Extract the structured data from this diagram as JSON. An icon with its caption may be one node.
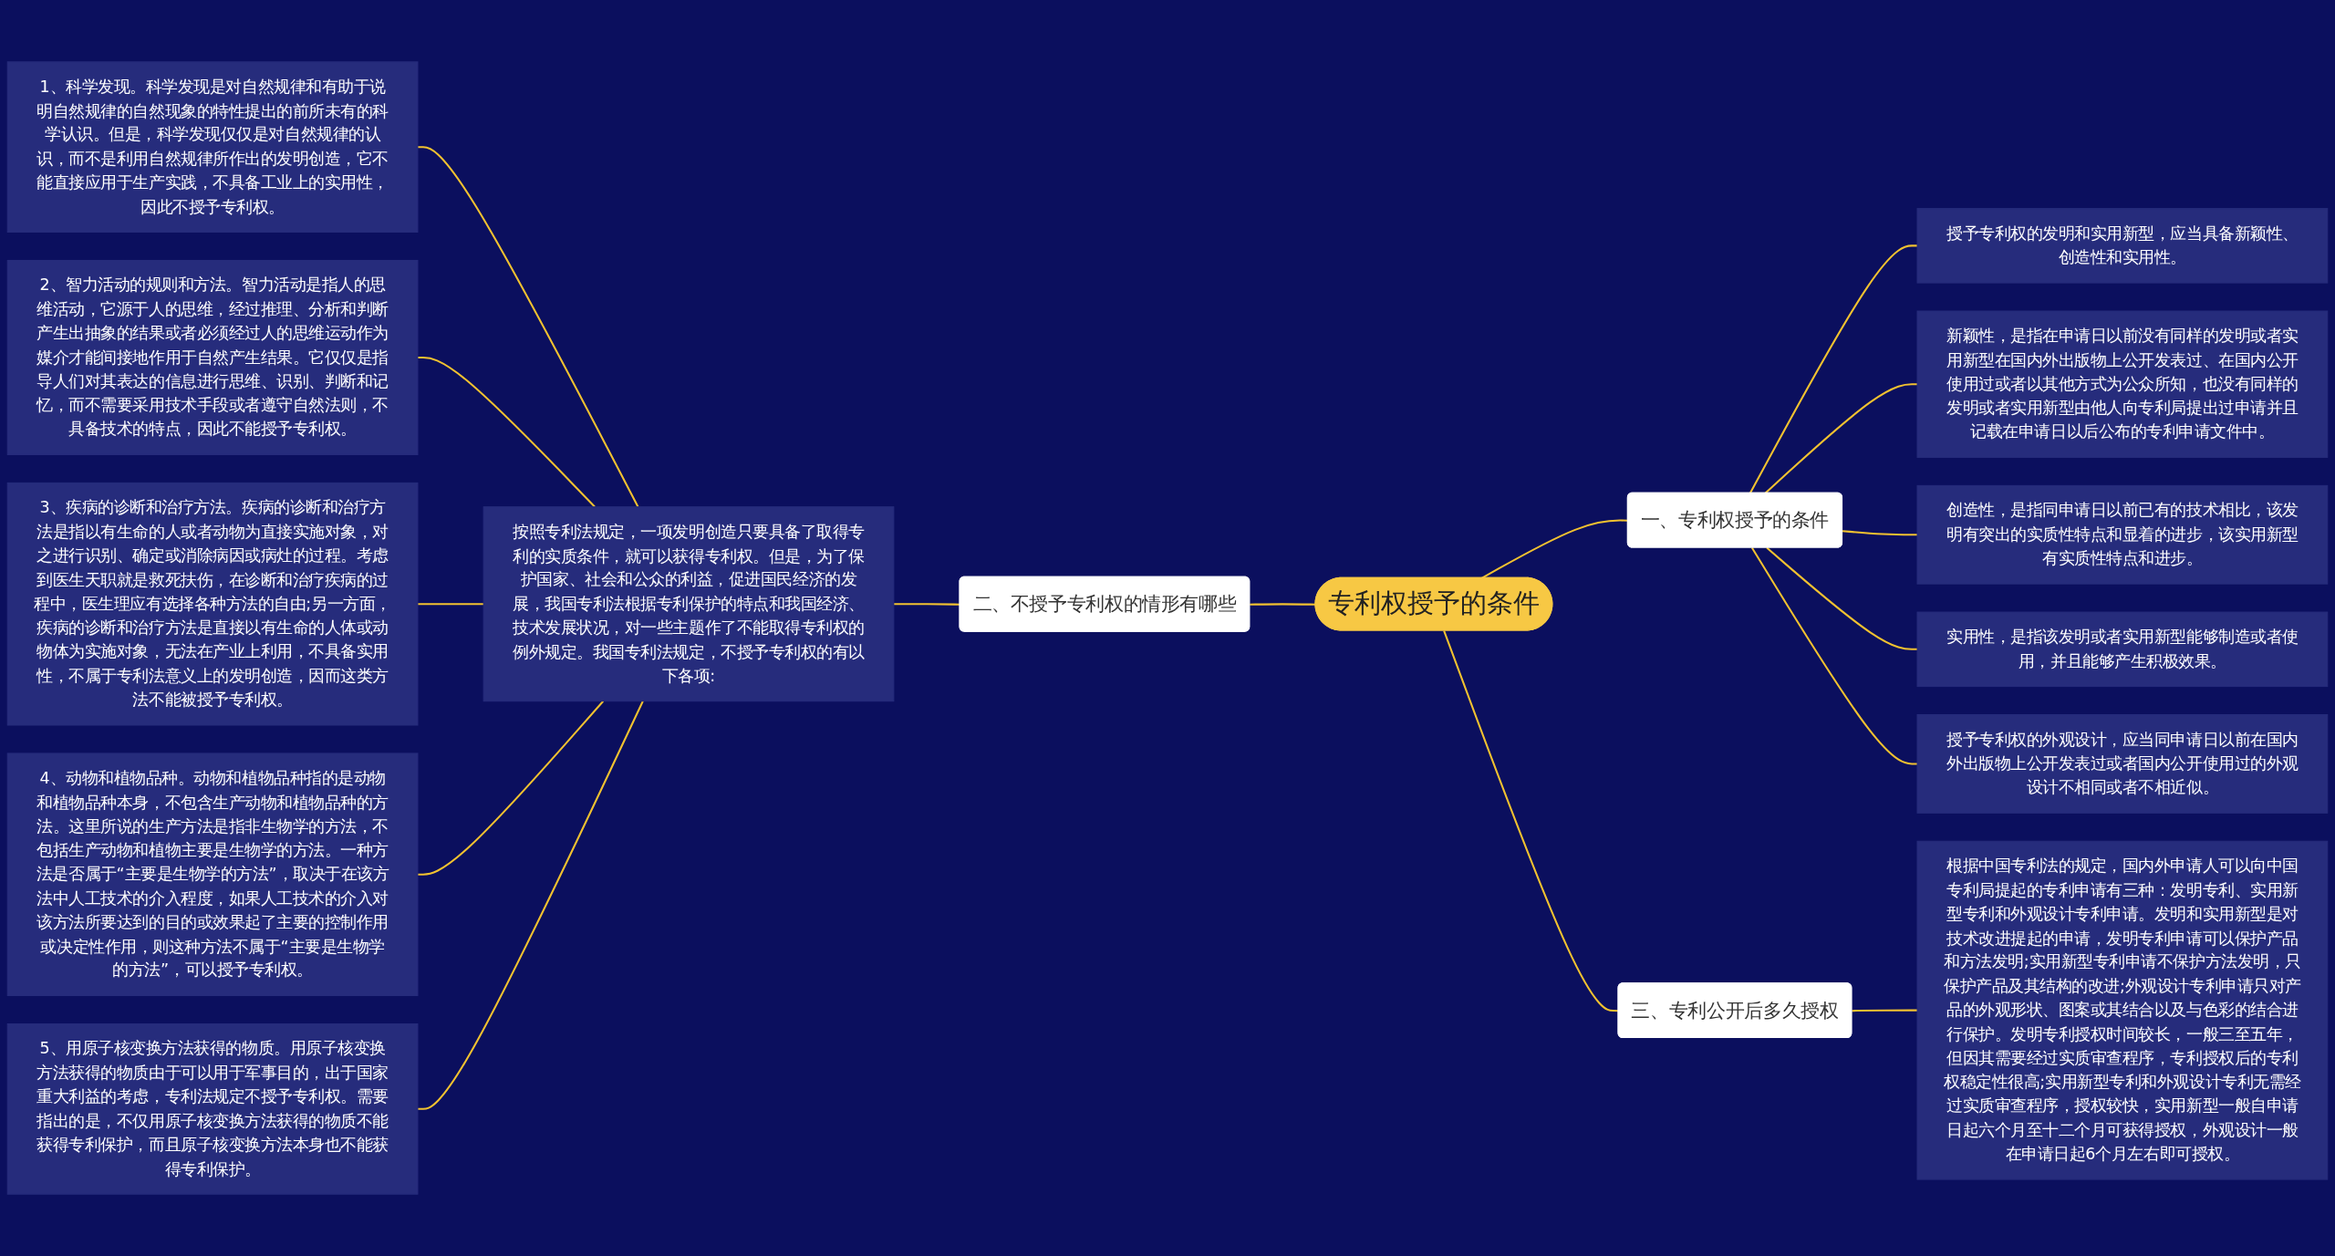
{
  "diagram": {
    "nodes": [
      {
        "text": [
          "专利权授予的条件"
        ]
      },
      {
        "text": [
          "一、专利权授予的条件"
        ]
      },
      {
        "text": [
          "授予专利权的发明和实用新型，应当具备新颖性、创造性和实用性。"
        ]
      },
      {
        "text": [
          "新颖性，是指在申请日以前没有同样的发明或者实用新型在国内外出版物上公开发表过、在国内公开使用过或者以其他方式为公众所知，也没有同样的发明或者实用新型由他人向专利局提出过申请并且记载在申请日以后公布的专利申请文件中。"
        ]
      },
      {
        "text": [
          "创造性，是指同申请日以前已有的技术相比，该发明有突出的实质性特点和显着的进步，该实用新型有实质性特点和进步。"
        ]
      },
      {
        "text": [
          "实用性，是指该发明或者实用新型能够制造或者使用，并且能够产生积极效果。"
        ]
      },
      {
        "text": [
          "授予专利权的外观设计，应当同申请日以前在国内外出版物上公开发表过或者国内公开使用过的外观设计不相同或者不相近似。"
        ]
      },
      {
        "text": [
          "二、不授予专利权的情形有哪些"
        ]
      },
      {
        "text": [
          "按照专利法规定，一项发明创造只要具备了取得专利的实质条件，就可以获得专利权。但是，为了保护国家、社会和公众的利益，促进国民经济的发展，我国专利法根据专利保护的特点和我国经济、技术发展状况，对一些主题作了不能取得专利权的例外规定。我国专利法规定，不授予专利权的有以下各项:"
        ]
      },
      {
        "text": [
          "1、科学发现。科学发现是对自然规律和有助于说明自然规律的自然现象的特性提出的前所未有的科学认识。但是，科学发现仅仅是对自然规律的认识，而不是利用自然规律所作出的发明创造，它不能直接应用于生产实践，不具备工业上的实用性，因此不授予专利权。"
        ]
      },
      {
        "text": [
          "2、智力活动的规则和方法。智力活动是指人的思维活动，它源于人的思维，经过推理、分析和判断产生出抽象的结果或者必须经过人的思维运动作为媒介才能间接地作用于自然产生结果。它仅仅是指导人们对其表达的信息进行思维、识别、判断和记忆，而不需要采用技术手段或者遵守自然法则，不具备技术的特点，因此不能授予专利权。"
        ]
      },
      {
        "text": [
          "3、疾病的诊断和治疗方法。疾病的诊断和治疗方法是指以有生命的人或者动物为直接实施对象，对之进行识别、确定或消除病因或病灶的过程。考虑到医生天职就是救死扶伤，在诊断和治疗疾病的过程中，医生理应有选择各种方法的自由;另一方面，疾病的诊断和治疗方法是直接以有生命的人体或动物体为实施对象，无法在产业上利用，不具备实用性，不属于专利法意义上的发明创造，因而这类方法不能被授予专利权。"
        ]
      },
      {
        "text": [
          "4、动物和植物品种。动物和植物品种指的是动物和植物品种本身，不包含生产动物和植物品种的方法。这里所说的生产方法是指非生物学的方法，不包括生产动物和植物主要是生物学的方法。一种方法是否属于“主要是生物学的方法”，取决于在该方法中人工技术的介入程度，如果人工技术的介入对该方法所要达到的目的或效果起了主要的控制作用或决定性作用，则这种方法不属于“主要是生物学的方法”，可以授予专利权。"
        ]
      },
      {
        "text": [
          "5、用原子核变换方法获得的物质。用原子核变换方法获得的物质由于可以用于军事目的，出于国家重大利益的考虑，专利法规定不授予专利权。需要指出的是，不仅用原子核变换方法获得的物质不能获得专利保护，而且原子核变换方法本身也不能获得专利保护。"
        ]
      },
      {
        "text": [
          "三、专利公开后多久授权"
        ]
      },
      {
        "text": [
          "根据中国专利法的规定，国内外申请人可以向中国专利局提起的专利申请有三种：发明专利、实用新型专利和外观设计专利申请。发明和实用新型是对技术改进提起的申请，发明专利申请可以保护产品和方法发明;实用新型专利申请不保护方法发明，只保护产品及其结构的改进;外观设计专利申请只对产品的外观形状、图案或其结合以及与色彩的结合进行保护。发明专利授权时间较长，一般三至五年，但因其需要经过实质审查程序，专利授权后的专利权稳定性很高;实用新型专利和外观设计专利无需经过实质审查程序，授权较快，实用新型一般自申请日起六个月至十二个月可获得授权，外观设计一般在申请日起6个月左右即可授权。"
        ]
      }
    ],
    "edges": [
      {
        "from": 0,
        "to": 1,
        "arrow": "none"
      },
      {
        "from": 1,
        "to": 2,
        "arrow": "none"
      },
      {
        "from": 1,
        "to": 3,
        "arrow": "none"
      },
      {
        "from": 1,
        "to": 4,
        "arrow": "none"
      },
      {
        "from": 1,
        "to": 5,
        "arrow": "none"
      },
      {
        "from": 1,
        "to": 6,
        "arrow": "none"
      },
      {
        "from": 0,
        "to": 7,
        "arrow": "none"
      },
      {
        "from": 7,
        "to": 8,
        "arrow": "none"
      },
      {
        "from": 8,
        "to": 9,
        "arrow": "none"
      },
      {
        "from": 8,
        "to": 10,
        "arrow": "none"
      },
      {
        "from": 8,
        "to": 11,
        "arrow": "none"
      },
      {
        "from": 8,
        "to": 12,
        "arrow": "none"
      },
      {
        "from": 8,
        "to": 13,
        "arrow": "none"
      },
      {
        "from": 0,
        "to": 14,
        "arrow": "none"
      },
      {
        "from": 14,
        "to": 15,
        "arrow": "none"
      }
    ]
  }
}
